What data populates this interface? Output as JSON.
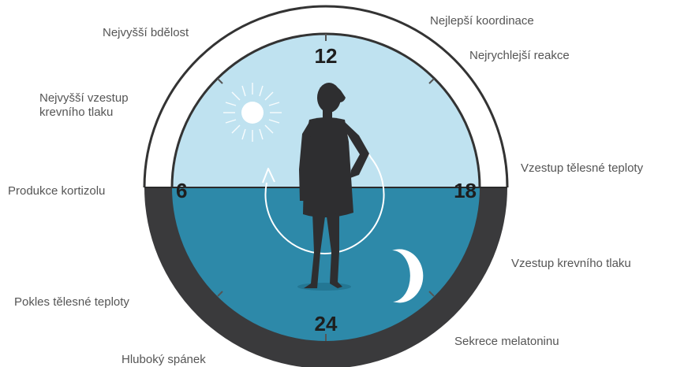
{
  "diagram": {
    "hour_labels": {
      "top": "12",
      "left": "6",
      "right": "18",
      "bottom": "24"
    },
    "annotations": {
      "highest_alertness": "Nejvyšší bdělost",
      "best_coordination": "Nejlepší koordinace",
      "fastest_reaction": "Nejrychlejší reakce",
      "highest_blood_pressure_rise": "Nejvyšší vzestup\nkrevního tlaku",
      "body_temperature_rise": "Vzestup tělesné teploty",
      "cortisol_production": "Produkce kortizolu",
      "blood_pressure_rise": "Vzestup krevního tlaku",
      "body_temperature_drop": "Pokles tělesné teploty",
      "melatonin_secretion": "Sekrece melatoninu",
      "deep_sleep": "Hluboký spánek"
    },
    "colors": {
      "day_sky": "#bfe2f0",
      "night_water": "#2d89a9",
      "outer_ring_day": "#ffffff",
      "outer_ring_night": "#3a3a3c",
      "silhouette": "#2e2e30",
      "sun": "#ffffff",
      "moon": "#ffffff",
      "hour_text": "#1e1e1e"
    },
    "icons": {
      "sun": "sun-icon",
      "moon": "moon-icon",
      "person": "person-silhouette-icon",
      "cycle_arrow": "circular-arrow-icon"
    }
  }
}
